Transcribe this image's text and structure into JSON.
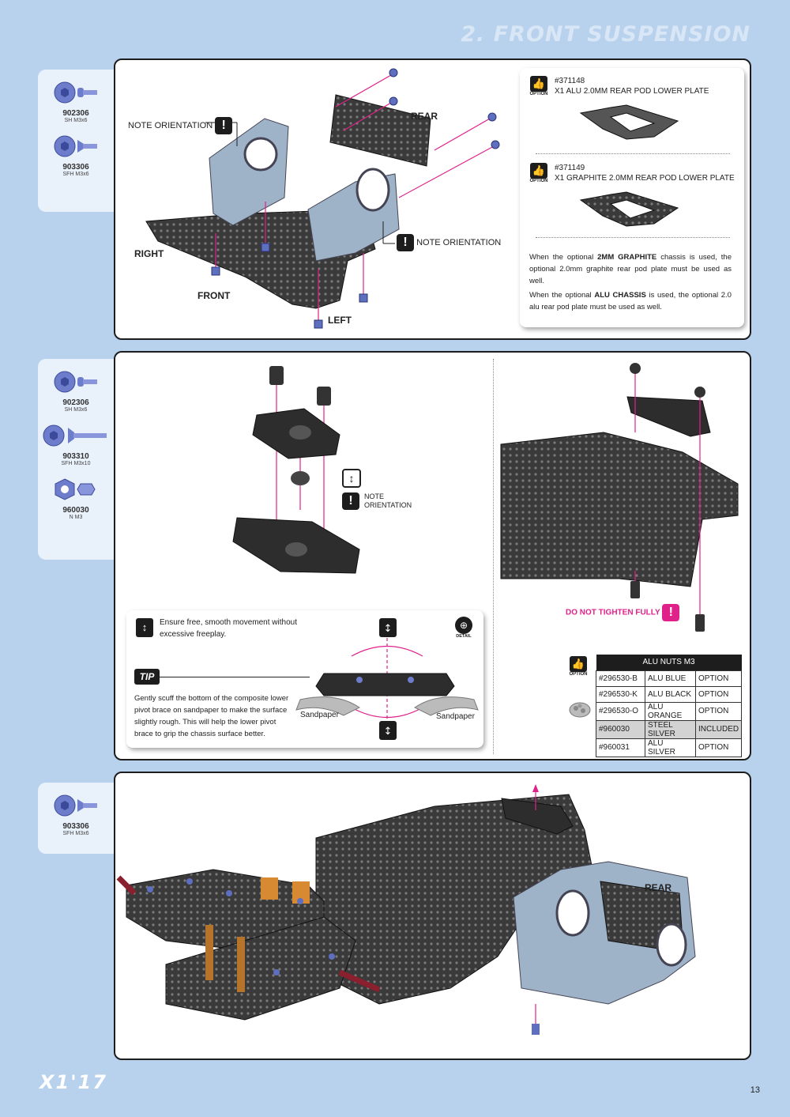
{
  "header": {
    "title": "2. FRONT SUSPENSION"
  },
  "step1": {
    "parts": [
      {
        "num": "902306",
        "desc": "SH M3x6"
      },
      {
        "num": "903306",
        "desc": "SFH M3x6"
      }
    ],
    "labels": {
      "note_orientation_1": "NOTE ORIENTATION",
      "note_orientation_2": "NOTE ORIENTATION",
      "rear": "REAR",
      "right": "RIGHT",
      "front": "FRONT",
      "left": "LEFT"
    },
    "options": [
      {
        "code": "#371148",
        "name": "X1 ALU 2.0MM REAR POD LOWER PLATE",
        "badge": "OPTION"
      },
      {
        "code": "#371149",
        "name": "X1 GRAPHITE 2.0MM REAR POD LOWER PLATE",
        "badge": "OPTION"
      }
    ],
    "note1": {
      "pre": "When the optional ",
      "bold": "2MM GRAPHITE",
      "post": " chassis is used, the optional 2.0mm graphite rear pod plate must be used as well."
    },
    "note2": {
      "pre": "When the optional ",
      "bold": "ALU CHASSIS",
      "post": " is used, the optional 2.0 alu rear pod plate must be used as well."
    }
  },
  "step2": {
    "parts": [
      {
        "num": "902306",
        "desc": "SH M3x6"
      },
      {
        "num": "903310",
        "desc": "SFH M3x10"
      },
      {
        "num": "960030",
        "desc": "N M3"
      }
    ],
    "note_orientation": "NOTE ORIENTATION",
    "ensure_text": "Ensure free, smooth movement without excessive freeplay.",
    "detail_label": "DETAIL",
    "tip_badge": "TIP",
    "tip_text": "Gently scuff the bottom of the composite lower pivot brace on sandpaper to make the surface slightly rough. This will help the lower pivot brace to grip the chassis surface better.",
    "sandpaper_left": "Sandpaper",
    "sandpaper_right": "Sandpaper",
    "do_not_tighten": "DO NOT TIGHTEN FULLY",
    "nuts_table": {
      "title": "ALU NUTS M3",
      "badge": "OPTION",
      "rows": [
        {
          "code": "#296530-B",
          "name": "ALU BLUE",
          "status": "OPTION"
        },
        {
          "code": "#296530-K",
          "name": "ALU BLACK",
          "status": "OPTION"
        },
        {
          "code": "#296530-O",
          "name": "ALU ORANGE",
          "status": "OPTION"
        },
        {
          "code": "#960030",
          "name": "STEEL SILVER",
          "status": "INCLUDED"
        },
        {
          "code": "#960031",
          "name": "ALU SILVER",
          "status": "OPTION"
        }
      ]
    }
  },
  "step3": {
    "parts": [
      {
        "num": "903306",
        "desc": "SFH M3x6"
      }
    ],
    "rear_label": "REAR"
  },
  "footer": {
    "logo": "X1'17",
    "page": "13"
  },
  "colors": {
    "accent": "#e0218a",
    "background": "#b8d2ee",
    "tab": "#e9f1fb",
    "screw": "#6e7ccc"
  }
}
